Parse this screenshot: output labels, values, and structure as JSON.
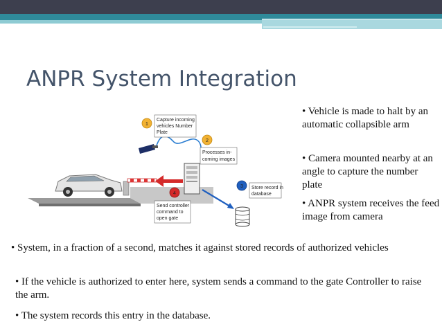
{
  "slide": {
    "title": "ANPR System Integration"
  },
  "diagram": {
    "step1_number": "1",
    "step1_text": [
      "Capture incoming",
      "vehicles Number",
      "Plate"
    ],
    "step2_number": "2",
    "step2_text": [
      "Processes in-",
      "coming images"
    ],
    "step3_number": "3",
    "step3_text": [
      "Store record in",
      "database"
    ],
    "step4_number": "4",
    "step4_text": [
      "Send controller",
      "command to",
      "open gate"
    ]
  },
  "right_bullets": [
    "• Vehicle is made to halt by an automatic collapsible arm",
    "• Camera mounted nearby at an angle to capture the number plate",
    "• ANPR system receives the feed image from camera"
  ],
  "bottom_bullets": [
    "• System, in a fraction of a second, matches it against stored records of authorized vehicles",
    "• If the vehicle is authorized to enter here, system sends a command to the gate Controller to raise the arm.",
    "• The system records this entry in the database."
  ],
  "colors": {
    "top_bar": "#3d3f4e",
    "teal_band": "#2f8a9a",
    "title_color": "#44546a",
    "step_badge": "#f2b233",
    "step_badge_blue": "#1f5fbf",
    "step_badge_red": "#d42a2a",
    "arrow_red": "#d42a2a",
    "arrow_blue": "#1f5fbf"
  }
}
